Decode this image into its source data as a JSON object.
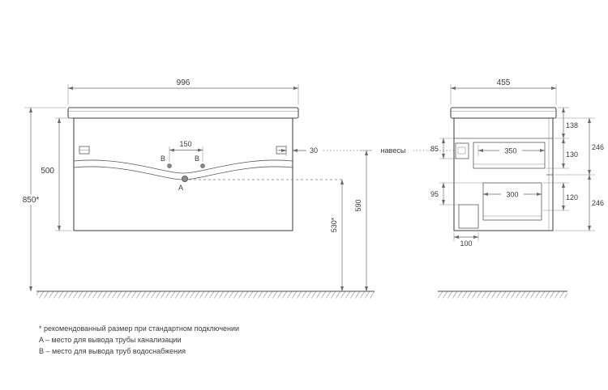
{
  "front_view": {
    "dim_width": "996",
    "dim_body_height": "500",
    "dim_total_height": "850*",
    "dim_pipe_spacing": "150",
    "dim_hanger_offset": "30",
    "dim_drain_height": "530*",
    "dim_supply_height": "590",
    "label_b_left": "B",
    "label_b_right": "B",
    "label_a": "A"
  },
  "side_view": {
    "dim_depth": "455",
    "dim_top_clearance": "138",
    "dim_hanger_drop": "85",
    "dim_top_drawer_depth": "350",
    "dim_top_drawer_height": "130",
    "dim_top_front_height": "246",
    "dim_bottom_drawer_depth": "300",
    "dim_siphon_drop": "95",
    "dim_bottom_drawer_height": "120",
    "dim_bottom_front_height": "246",
    "dim_bottom_recess": "100"
  },
  "annotations": {
    "hangers_label": "навесы"
  },
  "footnotes": [
    "* рекомендованный размер при стандартном подключении",
    "A – место для вывода трубы канализации",
    "B – место для вывода труб водоснабжения"
  ]
}
